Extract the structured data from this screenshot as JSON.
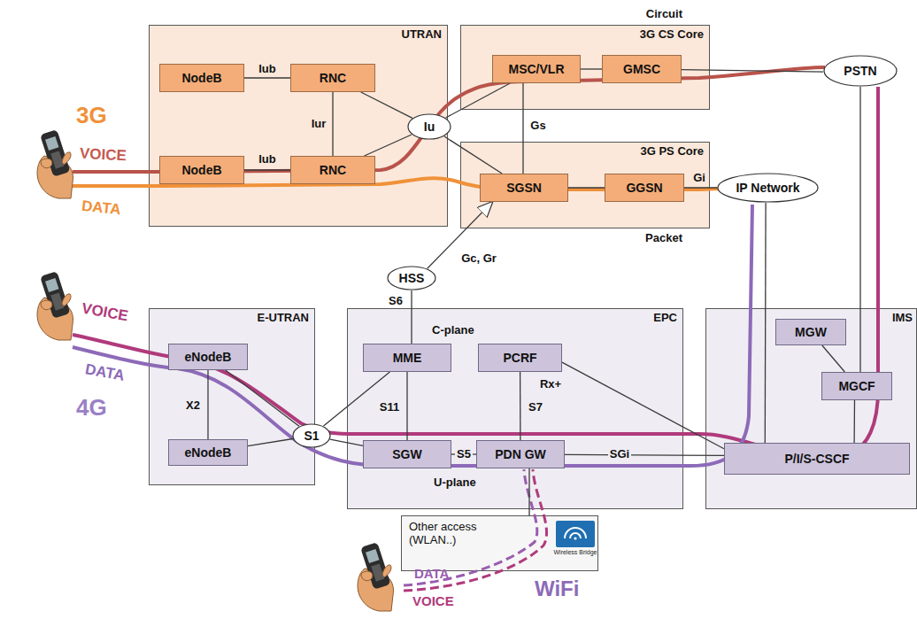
{
  "diagram": {
    "nodes": [
      {
        "text": [
          "UTRAN"
        ]
      },
      {
        "text": [
          "NodeB"
        ],
        "in": 0
      },
      {
        "text": [
          "RNC"
        ],
        "in": 0
      },
      {
        "text": [
          "NodeB"
        ],
        "in": 0
      },
      {
        "text": [
          "RNC"
        ],
        "in": 0
      },
      {
        "text": [
          "Circuit",
          "3G CS Core"
        ]
      },
      {
        "text": [
          "MSC/VLR"
        ],
        "in": 5
      },
      {
        "text": [
          "GMSC"
        ],
        "in": 5
      },
      {
        "text": [
          "3G PS Core",
          "Packet"
        ]
      },
      {
        "text": [
          "SGSN"
        ],
        "in": 8
      },
      {
        "text": [
          "GGSN"
        ],
        "in": 8
      },
      {
        "text": [
          "PSTN"
        ]
      },
      {
        "text": [
          "IP Network"
        ]
      },
      {
        "text": [
          "Iu"
        ]
      },
      {
        "text": [
          "HSS"
        ]
      },
      {
        "text": [
          "E-UTRAN"
        ]
      },
      {
        "text": [
          "eNodeB"
        ],
        "in": 15
      },
      {
        "text": [
          "eNodeB"
        ],
        "in": 15
      },
      {
        "text": [
          "S1"
        ]
      },
      {
        "text": [
          "EPC"
        ]
      },
      {
        "text": [
          "MME"
        ],
        "in": 19
      },
      {
        "text": [
          "PCRF"
        ],
        "in": 19
      },
      {
        "text": [
          "SGW"
        ],
        "in": 19
      },
      {
        "text": [
          "PDN GW"
        ],
        "in": 19
      },
      {
        "text": [
          "IMS"
        ]
      },
      {
        "text": [
          "MGW"
        ],
        "in": 24
      },
      {
        "text": [
          "MGCF"
        ],
        "in": 24
      },
      {
        "text": [
          "P/I/S-CSCF"
        ],
        "in": 24
      },
      {
        "text": [
          "Other access (WLAN..)"
        ]
      }
    ],
    "edges": [
      {
        "from": 1,
        "to": 2,
        "arrow": "none",
        "label": "Iub"
      },
      {
        "from": 3,
        "to": 4,
        "arrow": "none",
        "label": "Iub"
      },
      {
        "from": 2,
        "to": 4,
        "arrow": "none",
        "label": "Iur"
      },
      {
        "from": 2,
        "to": 13,
        "arrow": "none"
      },
      {
        "from": 4,
        "to": 13,
        "arrow": "none"
      },
      {
        "from": 13,
        "to": 6,
        "arrow": "none"
      },
      {
        "from": 13,
        "to": 9,
        "arrow": "none"
      },
      {
        "from": 6,
        "to": 7,
        "arrow": "none"
      },
      {
        "from": 6,
        "to": 9,
        "arrow": "none",
        "label": "Gs"
      },
      {
        "from": 7,
        "to": 11,
        "arrow": "none"
      },
      {
        "from": 9,
        "to": 10,
        "arrow": "none"
      },
      {
        "from": 10,
        "to": 12,
        "arrow": "none",
        "label": "Gi"
      },
      {
        "from": 14,
        "to": 9,
        "arrow": "to",
        "label": "Gc, Gr"
      },
      {
        "from": 14,
        "to": 20,
        "arrow": "none",
        "label": "S6"
      },
      {
        "from": 16,
        "to": 17,
        "arrow": "none",
        "label": "X2"
      },
      {
        "from": 16,
        "to": 18,
        "arrow": "none"
      },
      {
        "from": 17,
        "to": 18,
        "arrow": "none"
      },
      {
        "from": 18,
        "to": 20,
        "arrow": "none"
      },
      {
        "from": 18,
        "to": 22,
        "arrow": "none"
      },
      {
        "from": 20,
        "to": 22,
        "arrow": "none",
        "label": "S11"
      },
      {
        "from": 22,
        "to": 23,
        "arrow": "none",
        "label": "S5"
      },
      {
        "from": 21,
        "to": 23,
        "arrow": "none",
        "label": "S7"
      },
      {
        "from": 21,
        "to": 27,
        "arrow": "none",
        "label": "Rx+"
      },
      {
        "from": 23,
        "to": 27,
        "arrow": "none",
        "label": "SGi"
      },
      {
        "from": 23,
        "to": 28,
        "arrow": "none"
      },
      {
        "from": 25,
        "to": 26,
        "arrow": "none"
      },
      {
        "from": 26,
        "to": 27,
        "arrow": "none"
      },
      {
        "from": 12,
        "to": 27,
        "arrow": "none"
      },
      {
        "from": 11,
        "to": 26,
        "arrow": "none"
      }
    ],
    "labels": [
      "3G",
      "VOICE",
      "DATA",
      "VOICE",
      "DATA",
      "4G",
      "C-plane",
      "U-plane",
      "DATA",
      "VOICE",
      "WiFi",
      "Wireless Bridge"
    ]
  }
}
